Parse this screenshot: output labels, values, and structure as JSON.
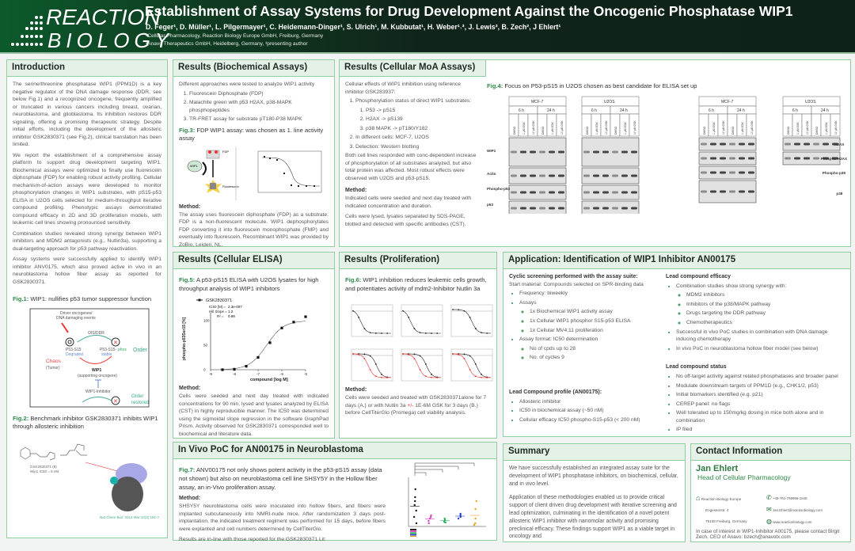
{
  "header": {
    "logo_line1": "REACTION",
    "logo_line2": "BIOLOGY",
    "title": "Establishment of Assay Systems for Drug Development Against the Oncogenic Phosphatase WIP1",
    "authors": "D. Feger¹, D. Müller¹, L. Pilgermayer¹, C. Heidemann-Dinger¹,  S. Ulrich¹, M. Kubbutat¹, H. Weber¹˒³, J. Lewis², B. Zech²,  J Ehlert¹",
    "affiliation1": "¹Cellular Pharmacology, Reaction Biology Europe GmbH, Freiburg, Germany",
    "affiliation2": "²Anavo Therapeutics GmbH, Heidelberg, Germany, ³presenting author"
  },
  "intro": {
    "title": "Introduction",
    "paragraphs": [
      "The serine/threonine phosphatase WIP1 (PPM1D) is a key negative regulator of the DNA damage response (DDR, see below Fig.1) and a recognized oncogene, frequently amplified or truncated in various cancers including breast, ovarian, neuroblastoma, and glioblastoma. Its inhibition restores DDR signaling, offering a promising therapeutic strategy. Despite initial efforts, including the development of the allosteric inhibitor GSK2830371 (see Fig.2), clinical translation has been limited.",
      "We report the establishment of a comprehensive assay platform to support drug development targeting WIP1. Biochemical assays were optimized to finally use fluorescein diphosphate (FDP) for enabling robust activity profiling. Cellular mechanism-of-action assays were developed to monitor phosphorylation changes in WIP1 substrates, with pS15-p53 ELISA in U2OS cells selected for medium-throughput iterative compound profiling. Phenotypic assays demonstrated compound efficacy in 2D and 3D proliferation models, with leukemic cell lines showing pronounced sensitivity.",
      "Combination studies revealed strong synergy between WIP1 inhibitors and MDM2 antagonists (e.g., Nutlin3a), supporting a dual-targeting approach for p53 pathway reactivation.",
      "Assay systems were successfully applied to identify WIP1 inhibitor ANV0175, which also proved active in vivo in an neuroblastoma hollow fiber assay as reported for GSK2830371."
    ],
    "fig1_label": "Fig.1:",
    "fig1_caption": " WIP1: nullifies p53 tumor suppressor function",
    "fig1": {
      "driver": "Driver oncogenes/",
      "driver2": "DNA damaging events",
      "ois": "OIS/DDR",
      "p53deg": "P53-S15",
      "deg": "Degraded",
      "p53st": "P53-S15-",
      "phos": "phos",
      "stable": "stable",
      "order": "Order",
      "chaos": "Chaos",
      "tumor": "(Tumor)",
      "wip1": "WIP1",
      "supporting": "(supporting oncogene)",
      "inhibitor": "WIP1-Inhibitor",
      "restored1": "Order",
      "restored2": "restored"
    },
    "fig2_label": "Fig.2:",
    "fig2_caption": " Benchmark inhibitor GSK2830371 inhibits WIP1 through allosteric inhibition",
    "fig2": {
      "compound": "GSK2830371 (8)",
      "ic50": "Wip1 IC50 = 6 nM",
      "ref": "Nat Chem Biol. 2014 Mar;10(3):181-7."
    }
  },
  "biochem": {
    "title": "Results (Biochemical Assays)",
    "lead": "Different approaches were tested to analyze WIP1 activity",
    "items": [
      "Fluorescein Diphosphate (FDP)",
      "Malachite green with p53 H2AX, p38-MAPK phosphopeptides",
      "TR-FRET assay for substrate pT180-P38 MAPK"
    ],
    "fig3_label": "Fig.3:",
    "fig3_caption": " FDP WIP1 assay:  was chosen as 1. line activity assay",
    "fig3": {
      "fdp": "FDP",
      "wip1": "WIP1",
      "fluorescein": "Fluorescein"
    },
    "method_title": "Method:",
    "method": "The assay uses fluorescein diphosphate (FDP) as a substrate. FDP is a non-fluorescent molecule. WIP1 dephosphorylates FDP converting it into fluorescein monophosphate (FMP) and eventually into fluorescein. Recombinant WIP1 was provided by ZoBio, Leiden, NL."
  },
  "moa": {
    "title": "Results (Cellular MoA Assays)",
    "lead": "Cellular effects of WIP1 inhibition using reference inhibitor GSK283937:",
    "item1": "Phosphorylation status of direct WIP1 substrates:",
    "subitems": [
      "P53 -> pS15",
      "H2AX -> pS139",
      "p38 MAPK -> pT180/Y182"
    ],
    "item2": "In different cells: MCF-7, U2OS",
    "item3": "Detection: Western blotting",
    "result": "Both cell lines responded with conc-dependent increase of phosphorylation of all substrates analyzed, but also total protein was affected. Most robust effects were observed with U2OS and p53-pS15.",
    "method_title": "Method:",
    "method1": "Indicated cells were seeded and next day treated with indicated concentration and duration.",
    "method2": "Cells were lysed, lysates separated by SDS-PAGE, blotted and detected with specific antibodies (CST).",
    "fig4_label": "Fig.4:",
    "fig4_caption": " Focus on P53-pS15 in U2OS chosen as best candidate for ELISA set up",
    "fig4": {
      "cells": [
        "MCF-7",
        "U2OS",
        "MCF-7",
        "U2OS"
      ],
      "times": [
        "6 h",
        "24 h"
      ],
      "lanes": [
        "DMSO",
        "1 µM GSK",
        "10 µM GSK",
        "DMSO",
        "1 µM GSK",
        "10 µM GSK"
      ],
      "left_rows": [
        "WIP1",
        "Actin",
        "Phospho-p53",
        "p53"
      ],
      "right_rows": [
        "H2AX",
        "Phospho-H2AX",
        "Phospho-p38",
        "p38"
      ]
    }
  },
  "elisa": {
    "title": "Results (Cellular ELISA)",
    "fig5_label": "Fig.5:",
    "fig5_caption": " A p53-pS15 ELISA with U2OS lysates for  high throughput analysis of WIP1 inhibitors",
    "fig5": {
      "legend": "GSK2830371",
      "ic50_label": "IC50 [M] =",
      "ic50": "2.3e-007",
      "hill_label": "Hill Slope =",
      "hill": "1.2",
      "r2_label": "R² =",
      "r2": "0.99",
      "ylabel": "phospho-p53Ser15 [%]",
      "xlabel": "compound [log M]",
      "xticks": [
        -9,
        -8,
        -7,
        -6,
        -5
      ],
      "yticks": [
        0,
        50,
        100
      ],
      "x": [
        -8.5,
        -8,
        -7.5,
        -7,
        -6.5,
        -6,
        -5.5,
        -5
      ],
      "y": [
        0,
        1,
        7,
        25,
        55,
        85,
        97,
        108
      ]
    },
    "method_title": "Method:",
    "method": "Cells were seeded and next day treated with indicated concentrations for 90 min, lysed and lysates analyzed by ELISA (CST) in highly reproducible manner. The IC50 was determined using the sigmoidal slope regression in the software GraphPad Prism. Activity observed for GSK2830371 corresponded well to biochemical and literature data."
  },
  "prolif": {
    "title": "Results (Proliferation)",
    "fig6_label": "Fig.6:",
    "fig6_caption": " WIP1 inhibition reduces leukemic cells growth, and potentiates activity of mdm2-Inhibitor Nutlin 3a",
    "method_title": "Method:",
    "method_a": "Cells were seeded and treated with GSK2830371alone for 7 days (A.) or with Nutlin 3a ",
    "method_pm": "+/-",
    "method_b": " 1E-6M GSK for 3 days (B.) before CellTiterGlo (Promega) cell viability analysis."
  },
  "app": {
    "title": "Application: Identification of WIP1 Inhibitor AN00175",
    "screen_title": "Cyclic screening performed with the assay suite:",
    "start": "Start material: Compounds selected on SPR-binding data",
    "frequency": "Frequency: biweekly",
    "assays": "Assays",
    "assay_items": [
      "1x Biochemical WIP1 activity assay",
      "1x Cellular WIP1 phosphor S15-p53 ELISA",
      "1x Cellular MV4;11 proliferation"
    ],
    "format": "Assay format: IC50 determination",
    "format_items": [
      "No of cpds up to 28",
      "No. of cycles    9"
    ],
    "profile_title": "Lead Compound profile (AN00175):",
    "profile": [
      "Allosteric inhibitor",
      "IC50 in biochemical assay (~50 nM)",
      "Cellular efficacy IC50 phospho-S15-p53 (< 200 nM)"
    ],
    "efficacy_title": "Lead compound efficacy",
    "efficacy_lead": "Combination studies show strong synergy with:",
    "efficacy_sub": [
      "MDM2 inhibitors",
      "Inhibitors of the p38/MAPK pathway",
      "Drugs targeting the DDR pathway",
      "Chemotherapeutics"
    ],
    "efficacy_more": [
      "Successful in vivo PoC studies in combination with DNA damage inducing chemotherapy",
      "In vivo PoC in neuroblastoma hollow fiber model (see below)"
    ],
    "status_title": "Lead compound status",
    "status": [
      "No off-target activity against related phosphatases and broader panel",
      "Modulate downstream targets of PPM1D (e.g., CHK1/2, p53)",
      "Initial biomarkers identified (e.g. p21)",
      "CEREP panel: no flags",
      "Well tolerated up to 150mg/kg dosing in mice both alone and in combination",
      "IP filed"
    ]
  },
  "invivo": {
    "title": "In Vivo PoC for AN00175 in Neuroblastoma",
    "fig7_label": "Fig.7:",
    "fig7_caption": " ANV00175 not only shows potent activity in the p53-pS15 assay (data not shown) but also on neuroblastoma cell line SHSY5Y in the Hollow fiber assay, an in-Vivo proliferation assay.",
    "method_title": "Method:",
    "method": "SHSY5Y neuroblastoma cells were inoculated into hollow fibers, and fibers were implanted subcutaneously into NMRI-nude mice. After randomization 3 days post-implantation, the indicated treatment regiment was performed for 15 days, before fibers were explanted and cell numbers determined by CellTiterGlo.",
    "results": "Results are in-line with those reported for the GSK2830371 Lit:",
    "group_colors": [
      "#111111",
      "#e040c0",
      "#20b050",
      "#2040d0",
      "#f0a020"
    ]
  },
  "summary": {
    "title": "Summary",
    "p1": "We have successfully established an integrated assay suite for the development of WIP1 phosphatase inhibitors, on biochemical, cellular, and in vivo level.",
    "p2": "Application of these methodologies enabled us to provide critical support of client driven drug development with iterative screening and lead optimization, culminating in the identification of a novel potent allosteric WIP1 inhibitor with nanomolar activity and promising preclinical efficacy. These findings support WIP1 as a viable target in oncology and"
  },
  "contact": {
    "title": "Contact Information",
    "name": "Jan Ehlert",
    "role": "Head of Cellular Pharmacology",
    "company": "Reaction Biology Europe",
    "street": "Engesserstr. 4",
    "city": "79108 Freiburg, Germany",
    "phone": "+49-761-769996-1645",
    "email": "Jan.Ehlert@reactionbiology.com",
    "web": "www.reactionbiology.com",
    "note": "In case of interest in WIP1-Inhibitor A00175, please contact Birgit Zech, CEO of Anavo: bzech@anavotx.com"
  },
  "colors": {
    "accent": "#2e8a47",
    "panel_border": "#8fd0a0",
    "header_bg": "#10241a"
  }
}
